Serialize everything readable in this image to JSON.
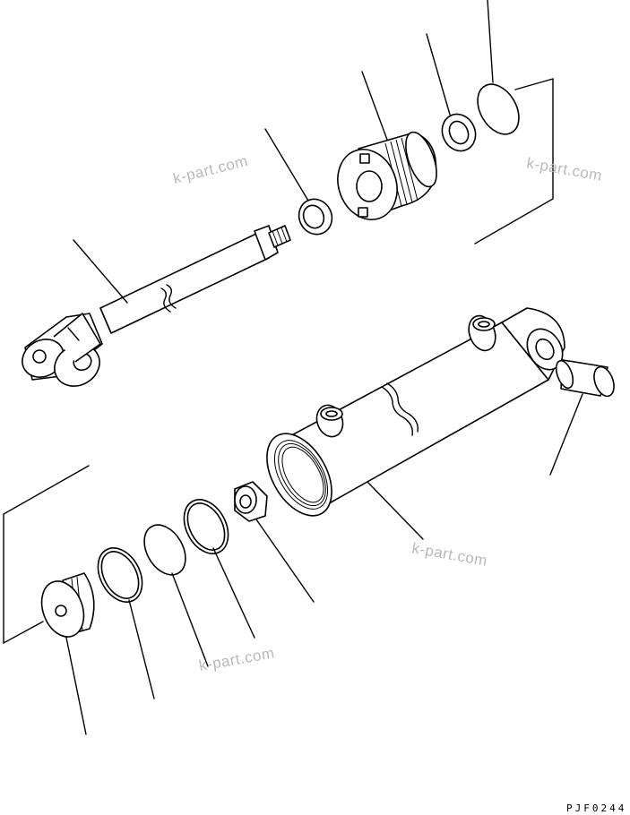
{
  "watermarks": [
    "k-part.com",
    "k-part.com",
    "k-part.com",
    "k-part.com"
  ],
  "drawing_code": "PJF0244",
  "diagram": {
    "subject": "hydraulic cylinder exploded parts view",
    "parts": [
      "piston-rod",
      "rod-packing",
      "cylinder-head",
      "dust-seal",
      "o-ring",
      "cylinder-tube",
      "bushing",
      "nut",
      "backup-ring",
      "wear-ring",
      "piston-o-ring",
      "piston"
    ],
    "line_color": "#000000",
    "watermark_color": "#b9b9b9"
  }
}
